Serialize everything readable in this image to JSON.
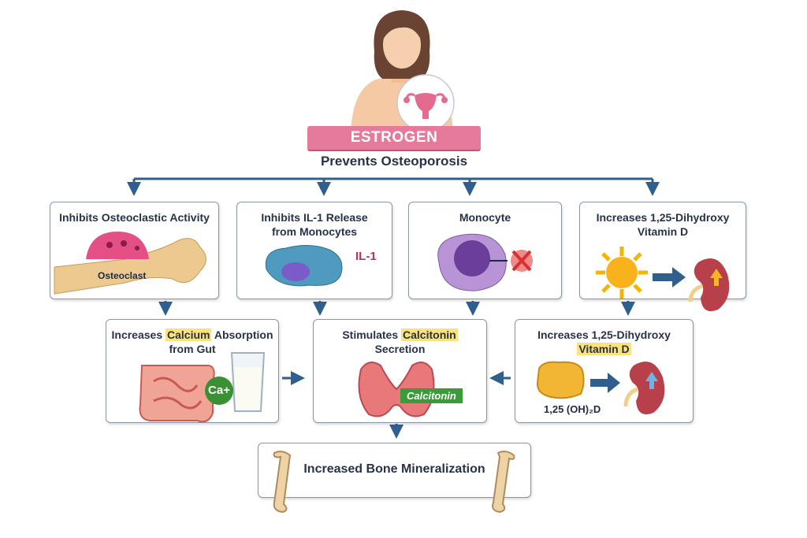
{
  "header": {
    "banner": "ESTROGEN",
    "subtitle": "Prevents Osteoporosis"
  },
  "row1": [
    {
      "title": "Inhibits Osteoclastic Activity",
      "label": "Osteoclast"
    },
    {
      "title_line1": "Inhibits IL-1 Release",
      "title_line2": "from Monocytes",
      "label": "IL-1"
    },
    {
      "title": "Monocyte"
    },
    {
      "title_line1": "Increases 1,25-Dihydroxy",
      "title_line2": "Vitamin D"
    }
  ],
  "row2": [
    {
      "title_pre": "Increases ",
      "title_hl": "Calcium",
      "title_post": " Absorption",
      "title_line2": "from Gut",
      "badge": "Ca+"
    },
    {
      "title_pre": "Stimulates ",
      "title_hl": "Calcitonin",
      "title_line2": "Secretion",
      "label": "Calcitonin"
    },
    {
      "title_line1": "Increases 1,25-Dihydroxy",
      "title_hl": "Vitamin D",
      "label": "1,25 (OH)₂D"
    }
  ],
  "result": {
    "title": "Increased Bone Mineralization"
  },
  "colors": {
    "banner": "#e57a9c",
    "arrow": "#2f5f8f",
    "highlight": "#fbe27a",
    "calcitonin": "#3b9a3a"
  }
}
